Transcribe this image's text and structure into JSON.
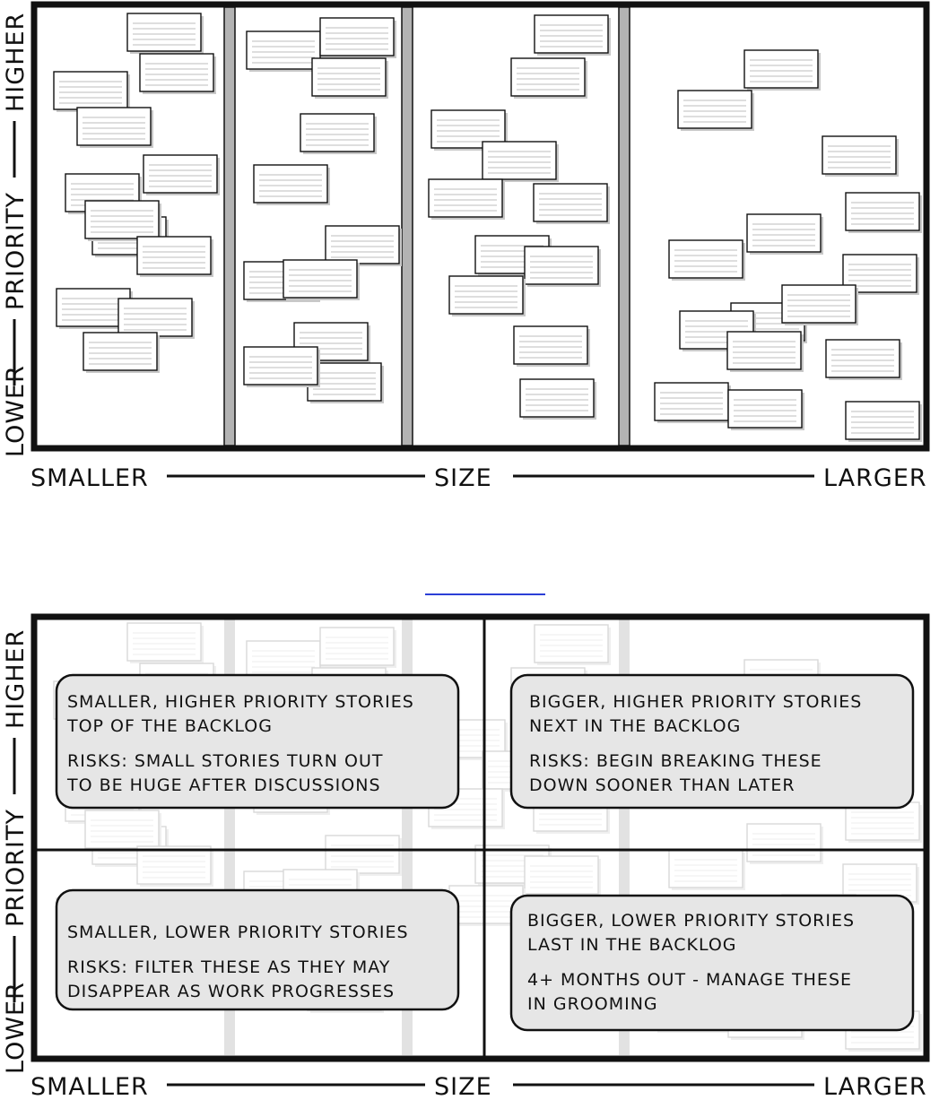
{
  "axes": {
    "x_low": "SMALLER",
    "x_title": "SIZE",
    "x_high": "LARGER",
    "y_low": "LOWER",
    "y_title": "PRIORITY",
    "y_high": "HIGHER"
  },
  "quadrants": [
    {
      "lines": [
        "SMALLER, HIGHER PRIORITY STORIES",
        "TOP OF THE BACKLOG"
      ],
      "risk_lines": [
        "RISKS: SMALL STORIES TURN OUT",
        "TO BE HUGE AFTER DISCUSSIONS"
      ]
    },
    {
      "lines": [
        "BIGGER, HIGHER PRIORITY STORIES",
        "NEXT IN THE BACKLOG"
      ],
      "risk_lines": [
        "RISKS: BEGIN BREAKING THESE",
        "DOWN SOONER THAN LATER"
      ]
    },
    {
      "lines": [
        "SMALLER, LOWER PRIORITY STORIES"
      ],
      "risk_lines": [
        "RISKS: FILTER THESE AS THEY MAY",
        "DISAPPEAR AS WORK PROGRESSES"
      ]
    },
    {
      "lines": [
        "BIGGER, LOWER PRIORITY STORIES",
        "LAST IN THE BACKLOG"
      ],
      "risk_lines": [
        "4+ MONTHS OUT - MANAGE THESE",
        "IN GROOMING"
      ]
    }
  ],
  "colors": {
    "ink": "#111111",
    "card": "#ffffff",
    "column": "#b3b3b3",
    "note": "#e6e6e6",
    "separator": "#2b3fd6"
  }
}
